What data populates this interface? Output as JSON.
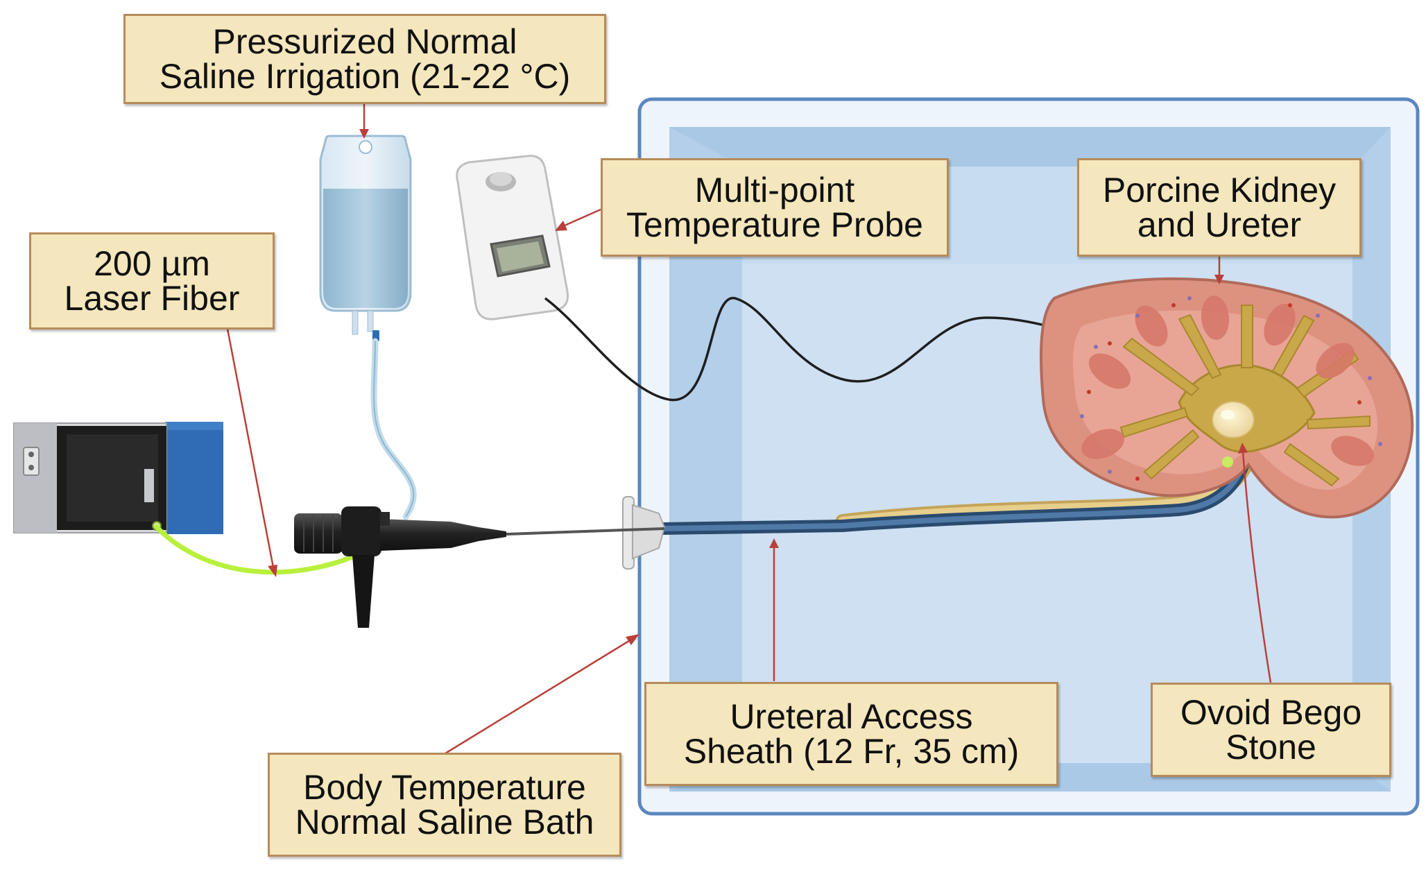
{
  "labels": {
    "irrigation": {
      "line1": "Pressurized Normal",
      "line2": "Saline Irrigation (21-22 °C)"
    },
    "probe": {
      "line1": "Multi-point",
      "line2": "Temperature Probe"
    },
    "kidney": {
      "line1": "Porcine Kidney",
      "line2": "and Ureter"
    },
    "fiber": {
      "line1": "200 µm",
      "line2": "Laser Fiber"
    },
    "sheath": {
      "line1": "Ureteral Access",
      "line2": "Sheath (12 Fr, 35 cm)"
    },
    "stone": {
      "line1": "Ovoid Bego",
      "line2": "Stone"
    },
    "bath": {
      "line1": "Body Temperature",
      "line2": "Normal Saline Bath"
    }
  },
  "colors": {
    "label_fill": "#f4e6bd",
    "label_border": "#b68b5a",
    "arrow": "#b9403a",
    "bath_water": "#c9dcf0",
    "laser_fiber": "#b8f03c",
    "kidney_cortex": "#e19a8a",
    "renal_pelvis": "#c9a84a"
  }
}
